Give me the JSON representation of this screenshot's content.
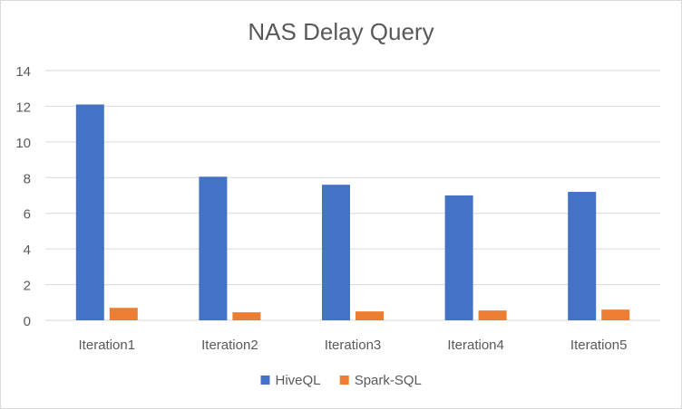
{
  "chart_data": {
    "type": "bar",
    "title": "NAS Delay Query",
    "xlabel": "",
    "ylabel": "",
    "categories": [
      "Iteration1",
      "Iteration2",
      "Iteration3",
      "Iteration4",
      "Iteration5"
    ],
    "series": [
      {
        "name": "HiveQL",
        "color": "#4472c4",
        "values": [
          12.1,
          8.05,
          7.6,
          7.0,
          7.2
        ]
      },
      {
        "name": "Spark-SQL",
        "color": "#ed7d31",
        "values": [
          0.7,
          0.45,
          0.5,
          0.55,
          0.6
        ]
      }
    ],
    "ylim": [
      0,
      14
    ],
    "yticks": [
      "0",
      "2",
      "4",
      "6",
      "8",
      "10",
      "12",
      "14"
    ],
    "grid": true,
    "legend_position": "bottom",
    "colors": {
      "grid": "#d9d9d9",
      "axis_text": "#595959",
      "title": "#595959"
    }
  }
}
